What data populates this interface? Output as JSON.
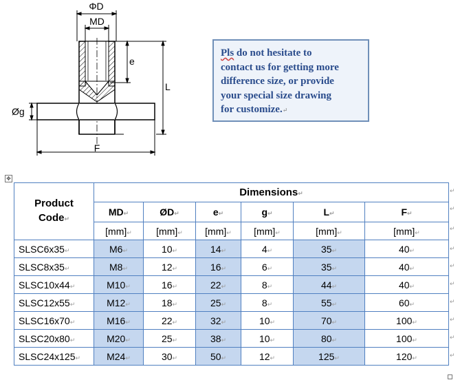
{
  "drawing": {
    "labels": {
      "outer_diameter": "ΦD",
      "thread": "MD",
      "thread_depth": "e",
      "length": "L",
      "pin_diameter": "Øg",
      "pin_length": "F"
    }
  },
  "note": {
    "line1_pls": "Pls",
    "line1_rest": "do not hesitate to",
    "line2": "contact us for getting more",
    "line3": "difference size, or provide",
    "line4": "your special size drawing",
    "line5": "for customize."
  },
  "paragraph_mark": "↵",
  "table": {
    "product_code_line1": "Product",
    "product_code_line2": "Code",
    "dimensions_header": "Dimensions",
    "columns": [
      "MD",
      "ØD",
      "e",
      "g",
      "L",
      "F"
    ],
    "units": [
      "[mm]",
      "[mm]",
      "[mm]",
      "[mm]",
      "[mm]",
      "[mm]"
    ],
    "rows": [
      {
        "code": "SLSC6x35",
        "values": [
          "M6",
          "10",
          "14",
          "4",
          "35",
          "40"
        ]
      },
      {
        "code": "SLSC8x35",
        "values": [
          "M8",
          "12",
          "16",
          "6",
          "35",
          "40"
        ]
      },
      {
        "code": "SLSC10x44",
        "values": [
          "M10",
          "16",
          "22",
          "8",
          "44",
          "40"
        ]
      },
      {
        "code": "SLSC12x55",
        "values": [
          "M12",
          "18",
          "25",
          "8",
          "55",
          "60"
        ]
      },
      {
        "code": "SLSC16x70",
        "values": [
          "M16",
          "22",
          "32",
          "10",
          "70",
          "100"
        ]
      },
      {
        "code": "SLSC20x80",
        "values": [
          "M20",
          "25",
          "38",
          "10",
          "80",
          "100"
        ]
      },
      {
        "code": "SLSC24x125",
        "values": [
          "M24",
          "30",
          "50",
          "12",
          "125",
          "120"
        ]
      }
    ]
  }
}
